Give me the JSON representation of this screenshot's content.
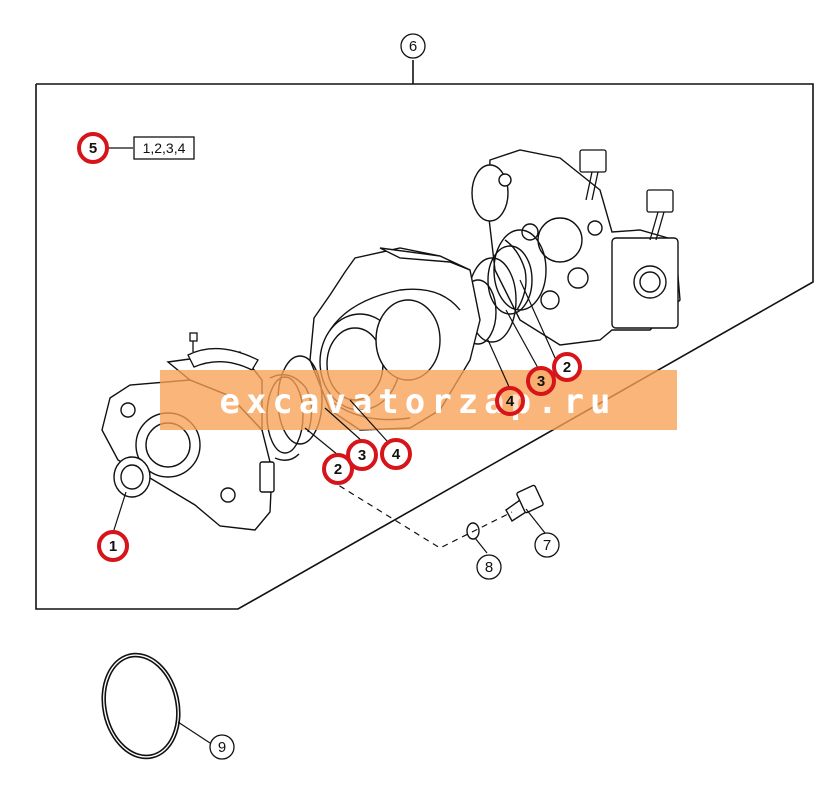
{
  "callouts": {
    "c1": "1",
    "c2a": "2",
    "c2b": "2",
    "c3a": "3",
    "c3b": "3",
    "c4a": "4",
    "c4b": "4",
    "c5": "5",
    "c6": "6",
    "c7": "7",
    "c8": "8",
    "c9": "9"
  },
  "kit_label": "1,2,3,4",
  "watermark": "excavatorzap.ru",
  "colors": {
    "highlight_ring": "#d7141a",
    "watermark_band": "#f7a055",
    "line": "#111111"
  }
}
